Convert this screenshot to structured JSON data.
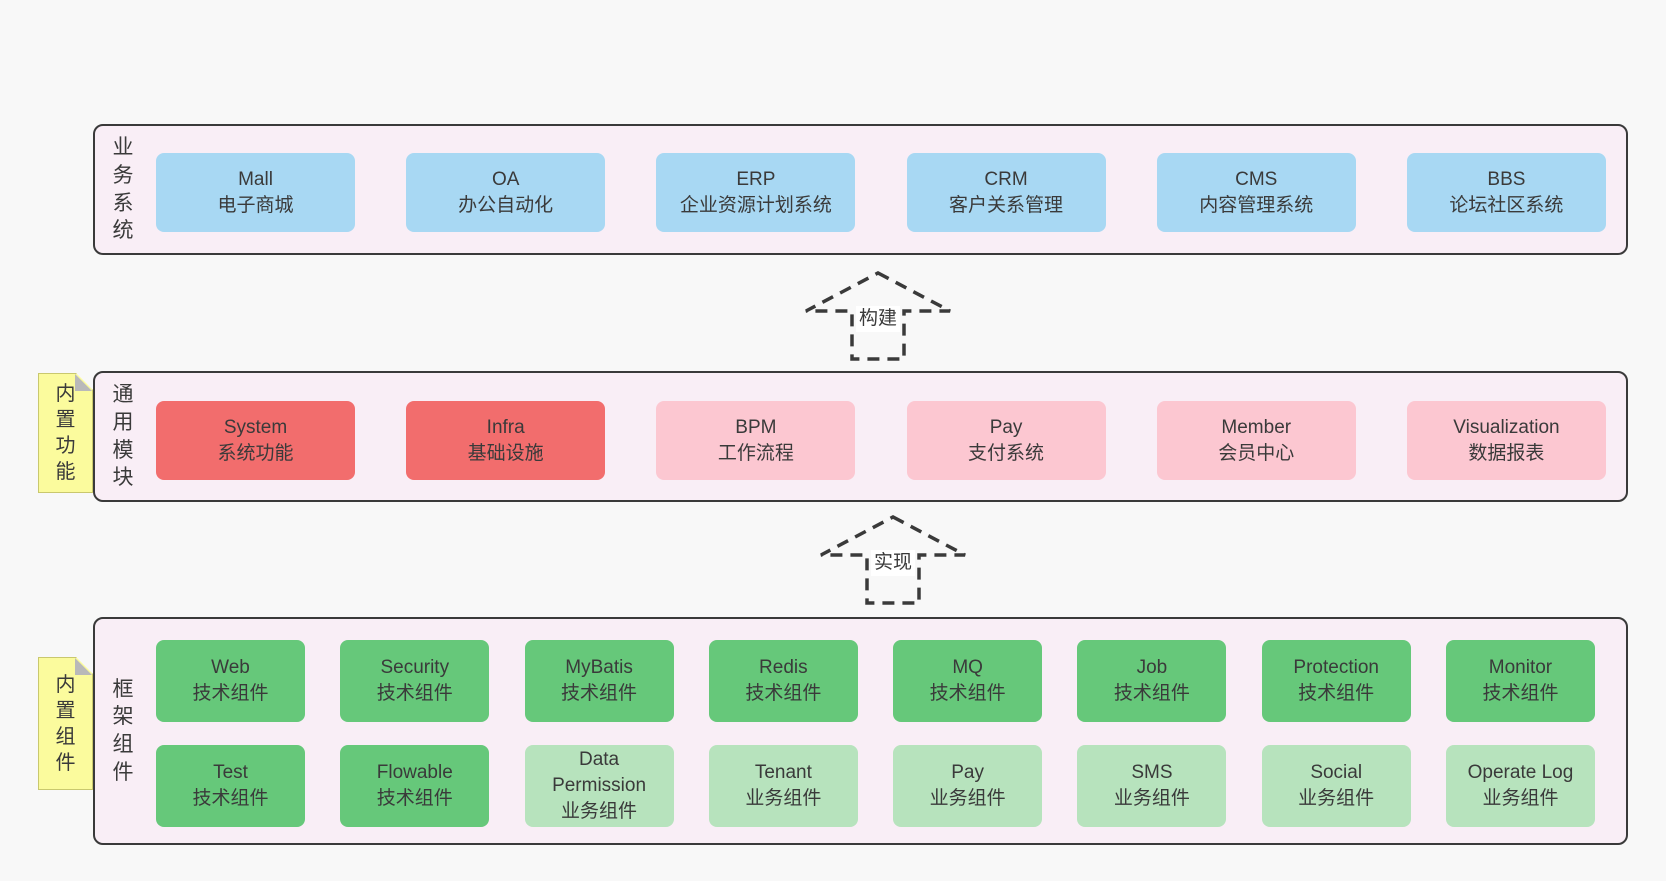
{
  "colors": {
    "page_background": "#f8f8f8",
    "layer_fill": "#f9eef6",
    "layer_border": "#3a3a3a",
    "box_blue": "#a8d8f3",
    "box_red": "#f26d6d",
    "box_pink": "#fcc7d1",
    "box_green": "#66c87a",
    "box_light_green": "#b7e3bd",
    "note_yellow": "#fbfb9d",
    "note_fold_gray": "#b9b9b9",
    "text": "#3a3a3a"
  },
  "layers": {
    "business": {
      "label": "业务系统",
      "boxes": [
        {
          "title": "Mall",
          "subtitle": "电子商城"
        },
        {
          "title": "OA",
          "subtitle": "办公自动化"
        },
        {
          "title": "ERP",
          "subtitle": "企业资源计划系统"
        },
        {
          "title": "CRM",
          "subtitle": "客户关系管理"
        },
        {
          "title": "CMS",
          "subtitle": "内容管理系统"
        },
        {
          "title": "BBS",
          "subtitle": "论坛社区系统"
        }
      ]
    },
    "modules": {
      "label": "通用模块",
      "note": "内置功能",
      "boxes": [
        {
          "title": "System",
          "subtitle": "系统功能"
        },
        {
          "title": "Infra",
          "subtitle": "基础设施"
        },
        {
          "title": "BPM",
          "subtitle": "工作流程"
        },
        {
          "title": "Pay",
          "subtitle": "支付系统"
        },
        {
          "title": "Member",
          "subtitle": "会员中心"
        },
        {
          "title": "Visualization",
          "subtitle": "数据报表"
        }
      ]
    },
    "framework": {
      "label": "框架组件",
      "note": "内置组件",
      "row1": [
        {
          "title": "Web",
          "subtitle": "技术组件"
        },
        {
          "title": "Security",
          "subtitle": "技术组件"
        },
        {
          "title": "MyBatis",
          "subtitle": "技术组件"
        },
        {
          "title": "Redis",
          "subtitle": "技术组件"
        },
        {
          "title": "MQ",
          "subtitle": "技术组件"
        },
        {
          "title": "Job",
          "subtitle": "技术组件"
        },
        {
          "title": "Protection",
          "subtitle": "技术组件"
        },
        {
          "title": "Monitor",
          "subtitle": "技术组件"
        }
      ],
      "row2": [
        {
          "title": "Test",
          "subtitle": "技术组件"
        },
        {
          "title": "Flowable",
          "subtitle": "技术组件"
        },
        {
          "title": "Data Permission",
          "subtitle": "业务组件"
        },
        {
          "title": "Tenant",
          "subtitle": "业务组件"
        },
        {
          "title": "Pay",
          "subtitle": "业务组件"
        },
        {
          "title": "SMS",
          "subtitle": "业务组件"
        },
        {
          "title": "Social",
          "subtitle": "业务组件"
        },
        {
          "title": "Operate Log",
          "subtitle": "业务组件"
        }
      ]
    }
  },
  "arrows": {
    "build": "构建",
    "implement": "实现"
  }
}
